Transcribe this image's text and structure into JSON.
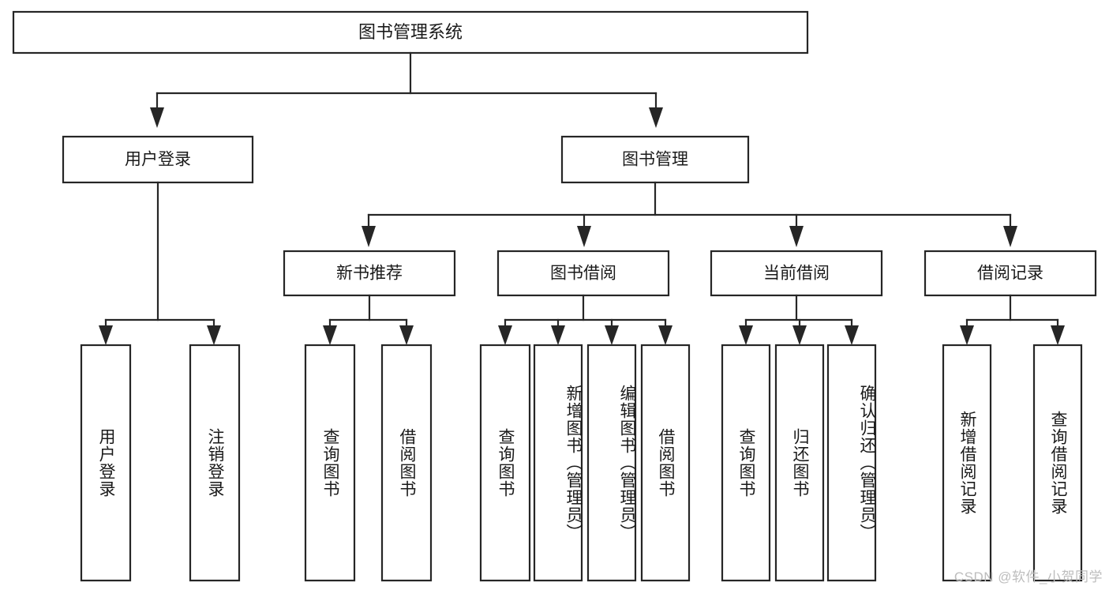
{
  "diagram": {
    "title": "图书管理系统",
    "type": "tree",
    "watermark": "CSDN @软件_小贺同学",
    "root": {
      "label": "图书管理系统"
    },
    "level2": [
      {
        "label": "用户登录"
      },
      {
        "label": "图书管理"
      }
    ],
    "level3": [
      {
        "label": "新书推荐"
      },
      {
        "label": "图书借阅"
      },
      {
        "label": "当前借阅"
      },
      {
        "label": "借阅记录"
      }
    ],
    "leaves": {
      "user_login": [
        {
          "label": "用户登录"
        },
        {
          "label": "注销登录"
        }
      ],
      "new_book_recommend": [
        {
          "label": "查询图书"
        },
        {
          "label": "借阅图书"
        }
      ],
      "book_borrow": [
        {
          "label": "查询图书"
        },
        {
          "label": "新增图书（管理员）"
        },
        {
          "label": "编辑图书（管理员）"
        },
        {
          "label": "借阅图书"
        }
      ],
      "current_borrow": [
        {
          "label": "查询图书"
        },
        {
          "label": "归还图书"
        },
        {
          "label": "确认归还（管理员）"
        }
      ],
      "borrow_record": [
        {
          "label": "新增借阅记录"
        },
        {
          "label": "查询借阅记录"
        }
      ]
    },
    "colors": {
      "stroke": "#262626",
      "fill": "#ffffff",
      "text": "#1a1a1a",
      "watermark": "#bdbdbd"
    }
  }
}
